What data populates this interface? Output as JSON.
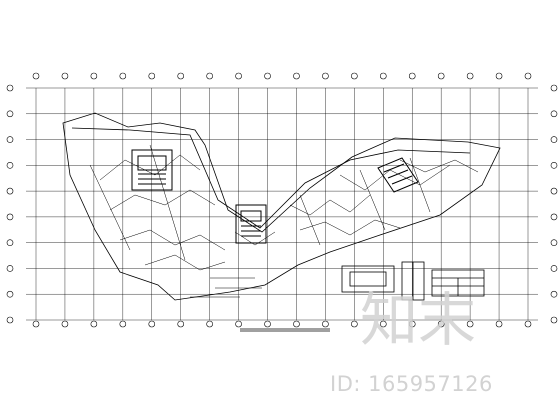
{
  "drawing": {
    "title": "",
    "grid": {
      "columns": 18,
      "rows": 10,
      "bubbles_visible": true
    },
    "notes": [
      "",
      "",
      ""
    ],
    "detail_labels": [
      "",
      "",
      ""
    ],
    "line_color": "#000000"
  },
  "watermark": {
    "logo_text": "知末",
    "id_text": "ID: 165957126",
    "color": "#d2d2d2"
  }
}
